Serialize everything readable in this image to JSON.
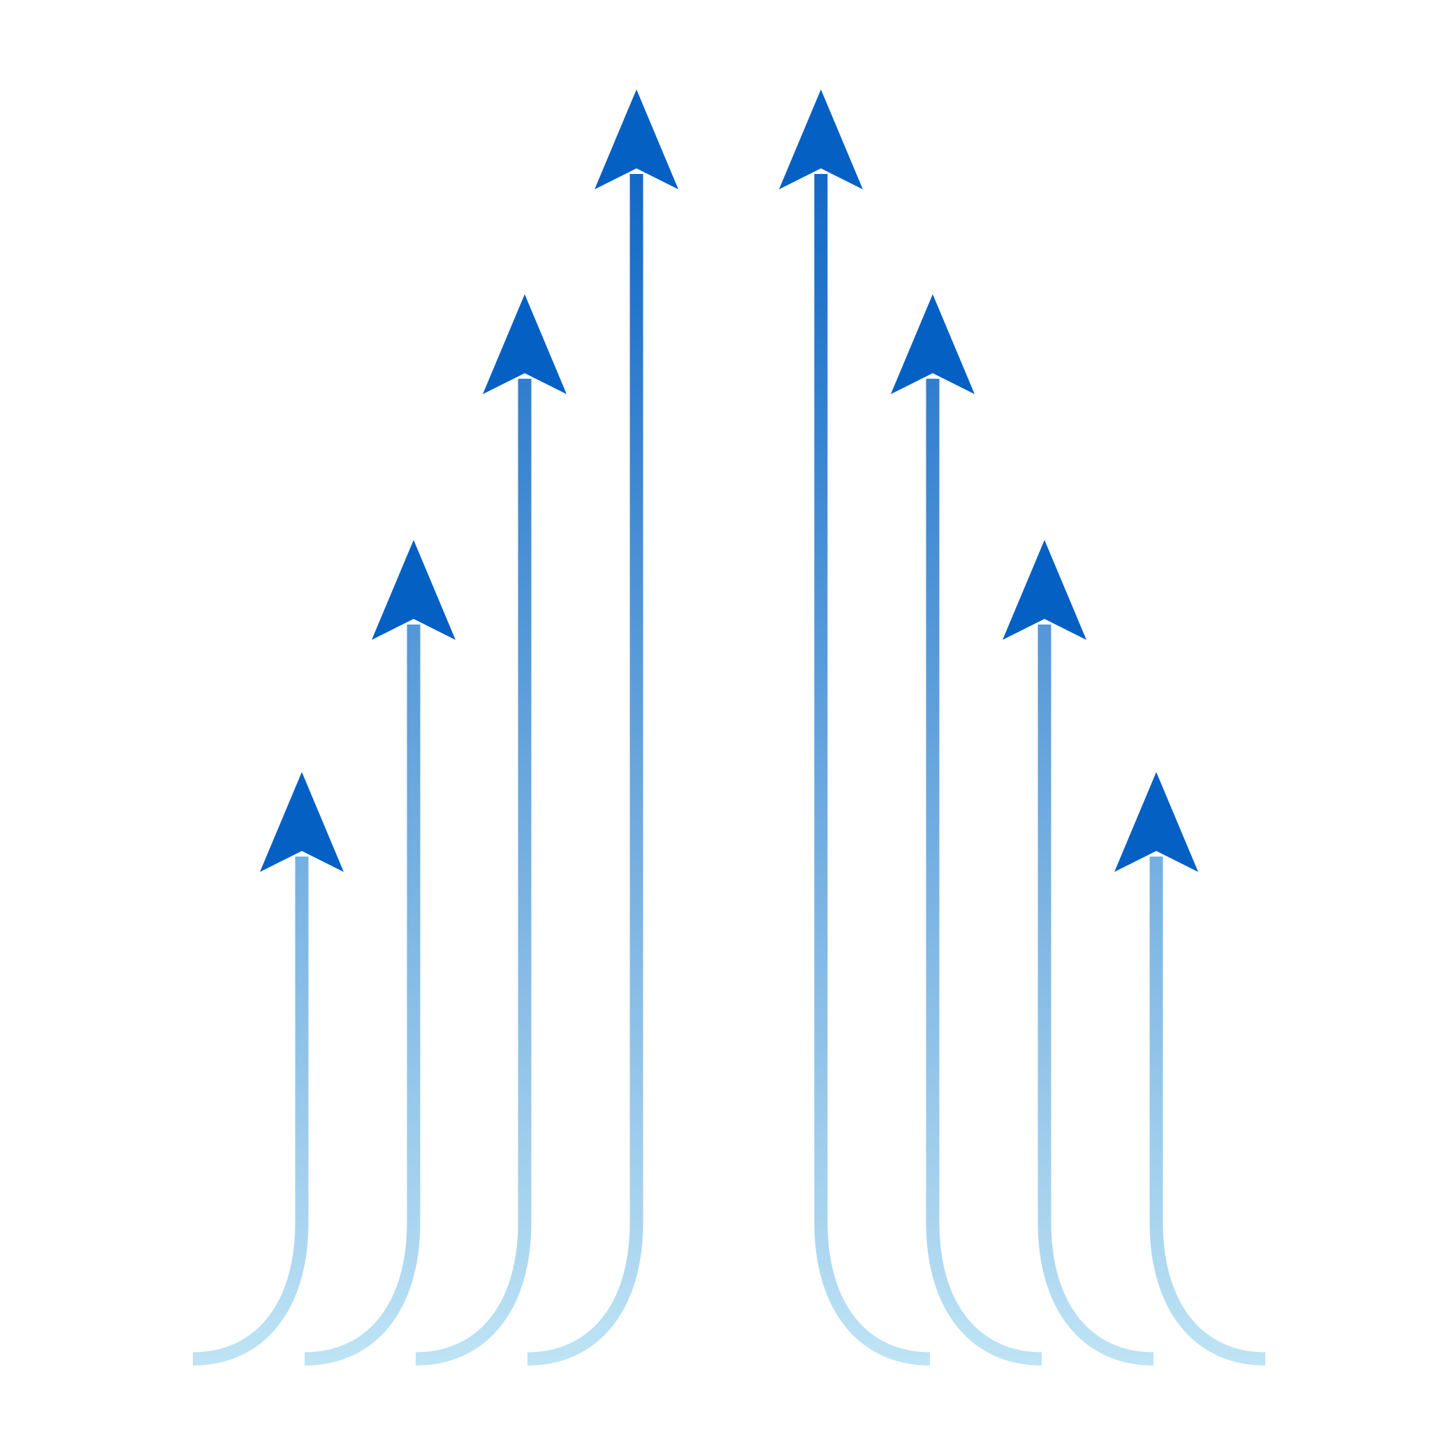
{
  "colors": {
    "background": "#ffffff",
    "arrowhead": "#0560c4",
    "shaft_top": "#0560c4",
    "shaft_bottom": "#bfe4f5"
  },
  "arrows": [
    {
      "name": "arrow-1",
      "side": "left",
      "relative_height": 0.5
    },
    {
      "name": "arrow-2",
      "side": "left",
      "relative_height": 0.67
    },
    {
      "name": "arrow-3",
      "side": "left",
      "relative_height": 0.85
    },
    {
      "name": "arrow-4",
      "side": "left",
      "relative_height": 1.0
    },
    {
      "name": "arrow-5",
      "side": "right",
      "relative_height": 1.0
    },
    {
      "name": "arrow-6",
      "side": "right",
      "relative_height": 0.85
    },
    {
      "name": "arrow-7",
      "side": "right",
      "relative_height": 0.67
    },
    {
      "name": "arrow-8",
      "side": "right",
      "relative_height": 0.5
    }
  ]
}
